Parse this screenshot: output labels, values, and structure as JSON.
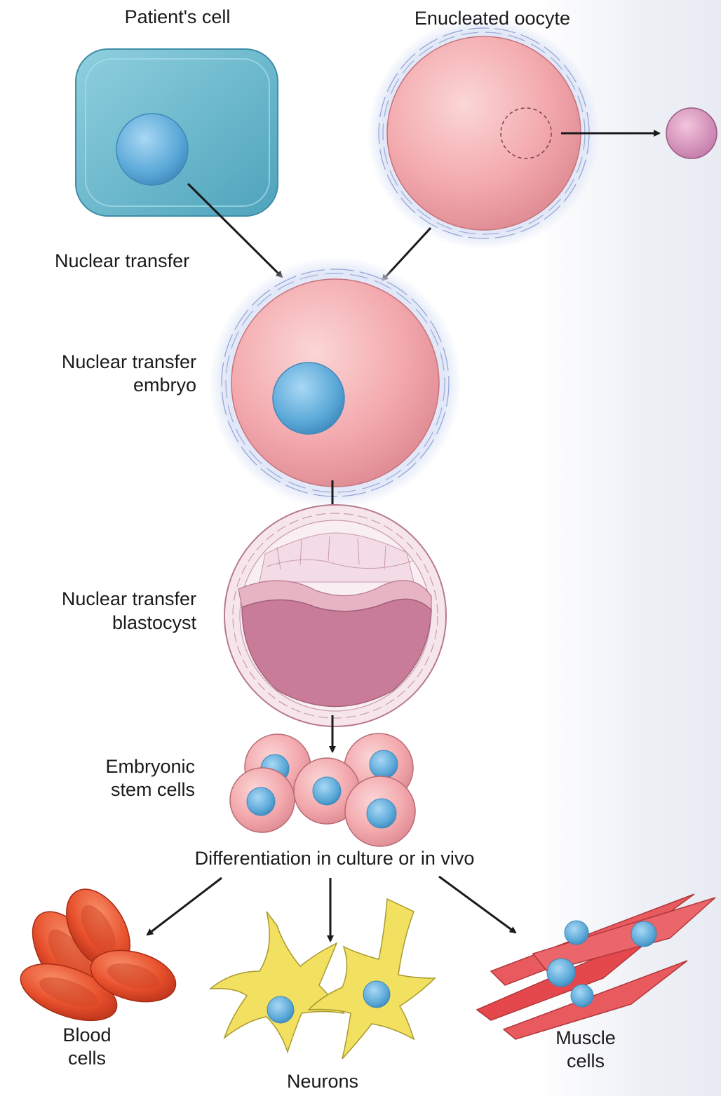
{
  "labels": {
    "patient_cell": "Patient's cell",
    "enucleated_oocyte": "Enucleated oocyte",
    "nuclear_transfer": "Nuclear transfer",
    "nt_embryo_1": "Nuclear transfer",
    "nt_embryo_2": "embryo",
    "nt_blastocyst_1": "Nuclear transfer",
    "nt_blastocyst_2": "blastocyst",
    "es_cells_1": "Embryonic",
    "es_cells_2": "stem cells",
    "differentiation": "Differentiation in culture or in vivo",
    "blood_1": "Blood",
    "blood_2": "cells",
    "neurons": "Neurons",
    "muscle_1": "Muscle",
    "muscle_2": "cells"
  },
  "colors": {
    "patient_cell": "#6db8cc",
    "nucleus": "#5aa8d8",
    "oocyte": "#f0a4a8",
    "zona": "#c8d4ec",
    "blastocoel": "#c97c98",
    "blood": "#e8502c",
    "neuron": "#f2e060",
    "muscle": "#e85a5e",
    "arrow": "#1a1a1a"
  }
}
